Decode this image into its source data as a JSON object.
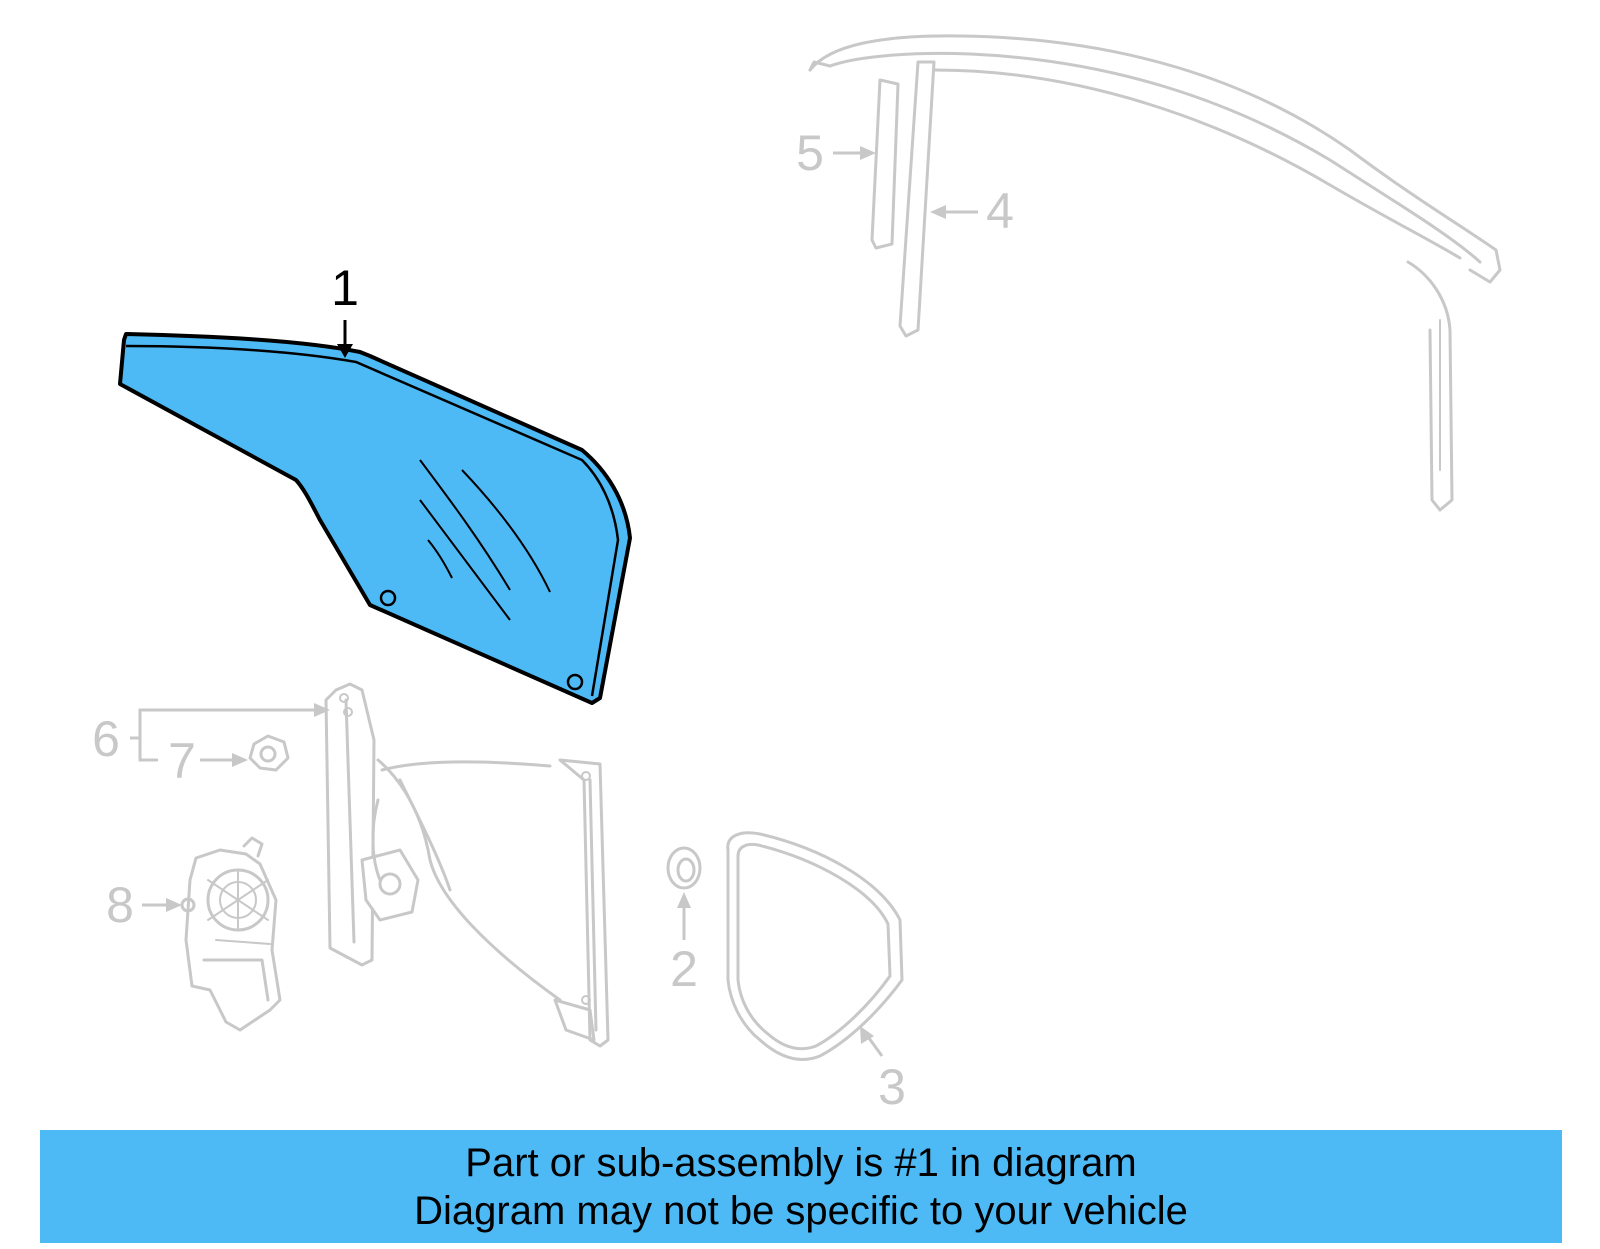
{
  "colors": {
    "highlight": "#4dbaf5",
    "banner": "#4dbaf5",
    "inactive": "#c8c8c8",
    "active": "#000000"
  },
  "callouts": {
    "part_1": "1",
    "part_2": "2",
    "part_3": "3",
    "part_4": "4",
    "part_5": "5",
    "part_6": "6",
    "part_7": "7",
    "part_8": "8"
  },
  "banner": {
    "line1": "Part or sub-assembly is #1 in diagram",
    "line2": "Diagram may not be specific to your vehicle"
  }
}
